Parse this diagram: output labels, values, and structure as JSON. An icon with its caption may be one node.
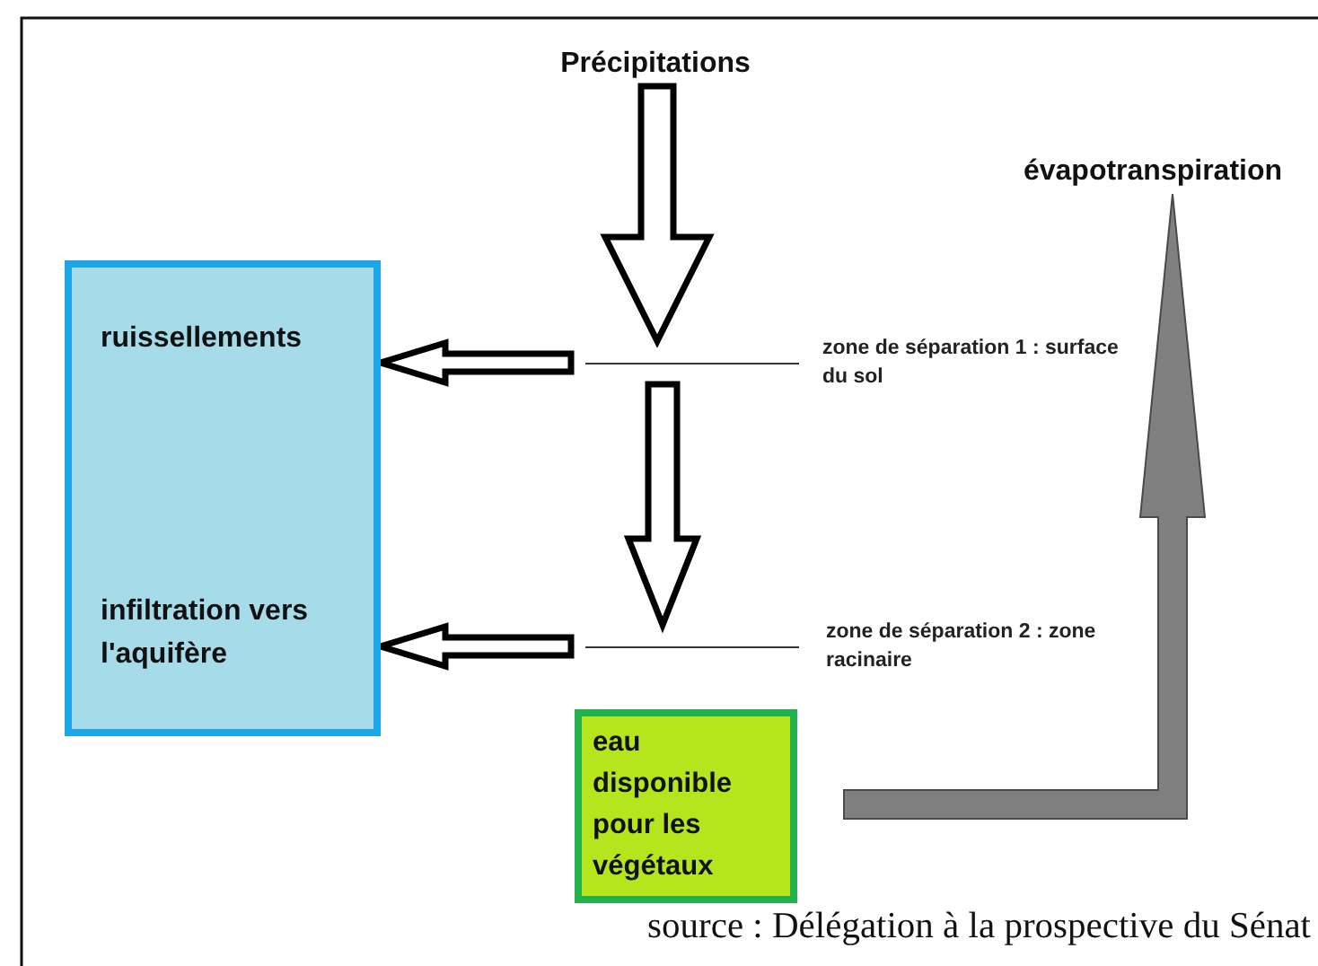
{
  "diagram": {
    "caption": "source : Délégation à la prospective du Sénat",
    "nodes": [
      {
        "text": [
          "Précipitations"
        ]
      },
      {
        "text": [],
        "shape": "bar",
        "beside": [
          "zone de séparation 1 : surface du sol"
        ]
      },
      {
        "text": [],
        "shape": "bar",
        "beside": [
          "zone de séparation 2 : zone racinaire"
        ]
      },
      {
        "text": [
          "ruissellements",
          "infiltration vers l'aquifère"
        ]
      },
      {
        "text": [
          "eau disponible pour les végétaux"
        ]
      },
      {
        "text": [
          "évapotranspiration"
        ]
      }
    ],
    "edges": [
      {
        "from": 0,
        "to": 1,
        "arrow": "to"
      },
      {
        "from": 1,
        "to": 3,
        "arrow": "to"
      },
      {
        "from": 1,
        "to": 2,
        "arrow": "to"
      },
      {
        "from": 2,
        "to": 3,
        "arrow": "to"
      },
      {
        "from": null,
        "to": 5,
        "arrow": "to",
        "color": "#808080"
      }
    ]
  }
}
